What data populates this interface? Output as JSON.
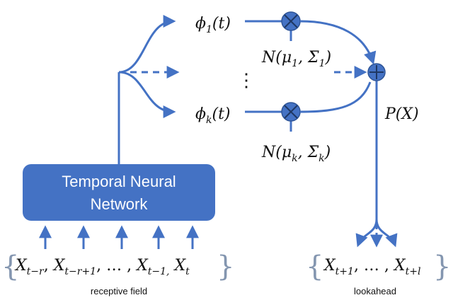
{
  "nn_box": {
    "line1": "Temporal Neural",
    "line2": "Network"
  },
  "basis": {
    "phi1": {
      "base": "ϕ",
      "sub": "1",
      "arg": "(t)"
    },
    "phik": {
      "base": "ϕ",
      "sub": "k",
      "arg": "(t)"
    },
    "vdots": "⋮"
  },
  "gaussians": {
    "g1": {
      "pre": "N(μ",
      "sub1": "1",
      "mid": ", Σ",
      "sub2": "1",
      "post": ")"
    },
    "gk": {
      "pre": "N(μ",
      "sub1": "k",
      "mid": ", Σ",
      "sub2": "k",
      "post": ")"
    }
  },
  "output_label": "P(X)",
  "input": {
    "open_bracket": "{",
    "close_bracket": "}",
    "terms": [
      {
        "base": "X",
        "sub": "t−r",
        "after": ","
      },
      {
        "base": "X",
        "sub": "t−r+1",
        "after": ", … ,"
      },
      {
        "base": "X",
        "sub": "t−1,",
        "after": ""
      },
      {
        "base": "X",
        "sub": "t",
        "after": ""
      }
    ],
    "caption": "receptive field"
  },
  "output": {
    "open_bracket": "{",
    "close_bracket": "}",
    "term1": {
      "base": "X",
      "sub": "t+1"
    },
    "ellipsis": ", … ,",
    "term2": {
      "base": "X",
      "sub": "t+l"
    },
    "caption": "lookahead"
  },
  "colors": {
    "accent": "#4472c4",
    "box": "#4472c4",
    "bracket": "#8496b0"
  },
  "icons": [
    "multiply-circle-icon",
    "plus-circle-icon",
    "arrow-icon"
  ]
}
